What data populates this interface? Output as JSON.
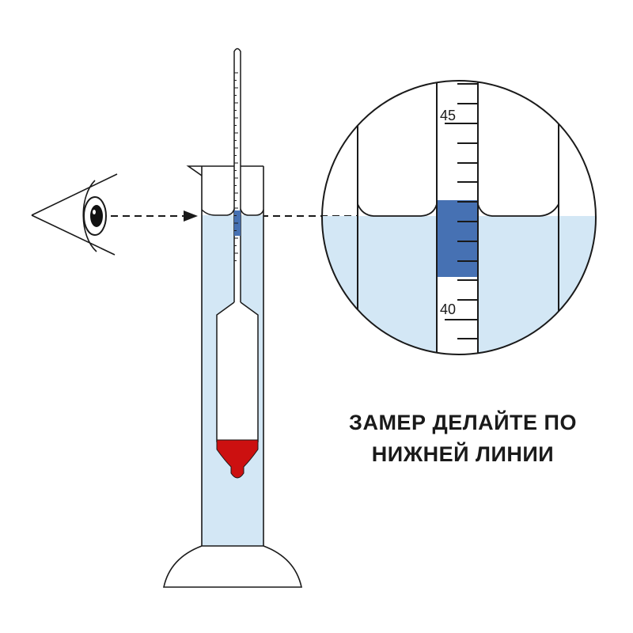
{
  "caption": {
    "line1": "ЗАМЕР ДЕЛАЙТЕ ПО",
    "line2": "НИЖНЕЙ ЛИНИИ"
  },
  "scale_labels": {
    "upper": "45",
    "lower": "40"
  },
  "colors": {
    "liquid": "#d3e7f5",
    "reading_band": "#4671b3",
    "ballast": "#cc1010",
    "stroke": "#1a1a1a"
  },
  "icons": [
    "eye-icon",
    "arrow-icon"
  ]
}
